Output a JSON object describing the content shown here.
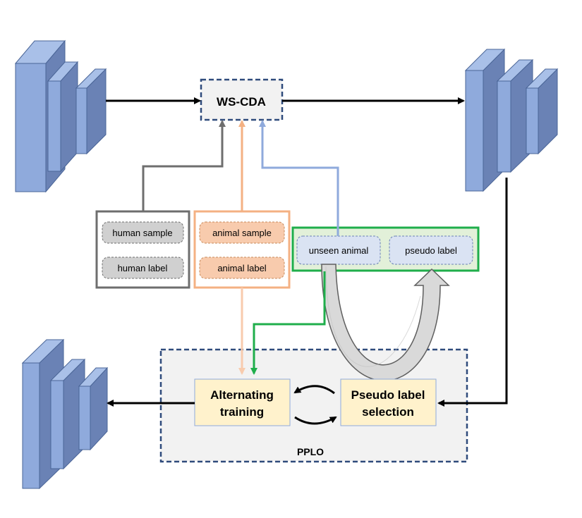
{
  "ws_cda": {
    "label": "WS-CDA"
  },
  "human_group": {
    "sample": "human sample",
    "label": "human label"
  },
  "animal_group": {
    "sample": "animal sample",
    "label": "animal label"
  },
  "unseen_group": {
    "unseen": "unseen animal",
    "pseudo": "pseudo label"
  },
  "pplo": {
    "label": "PPLO",
    "alt_line1": "Alternating",
    "alt_line2": "training",
    "pls_line1": "Pseudo label",
    "pls_line2": "selection"
  },
  "colors": {
    "block_front": "#8FAADC",
    "block_side": "#6A82B5",
    "block_top": "#A9C0E8",
    "dashed_border": "#2F4B7C",
    "gray_arrow": "#6E6E6E",
    "orange_arrow": "#F4B183",
    "blue_arrow": "#8FAADC",
    "green": "#1FAE4B",
    "yellow_box": "#FFF2CC",
    "gray_fill": "#D0D0D0",
    "orange_fill": "#F8CBAD",
    "blue_fill": "#DAE3F3",
    "green_fill": "#E2F0D9"
  }
}
